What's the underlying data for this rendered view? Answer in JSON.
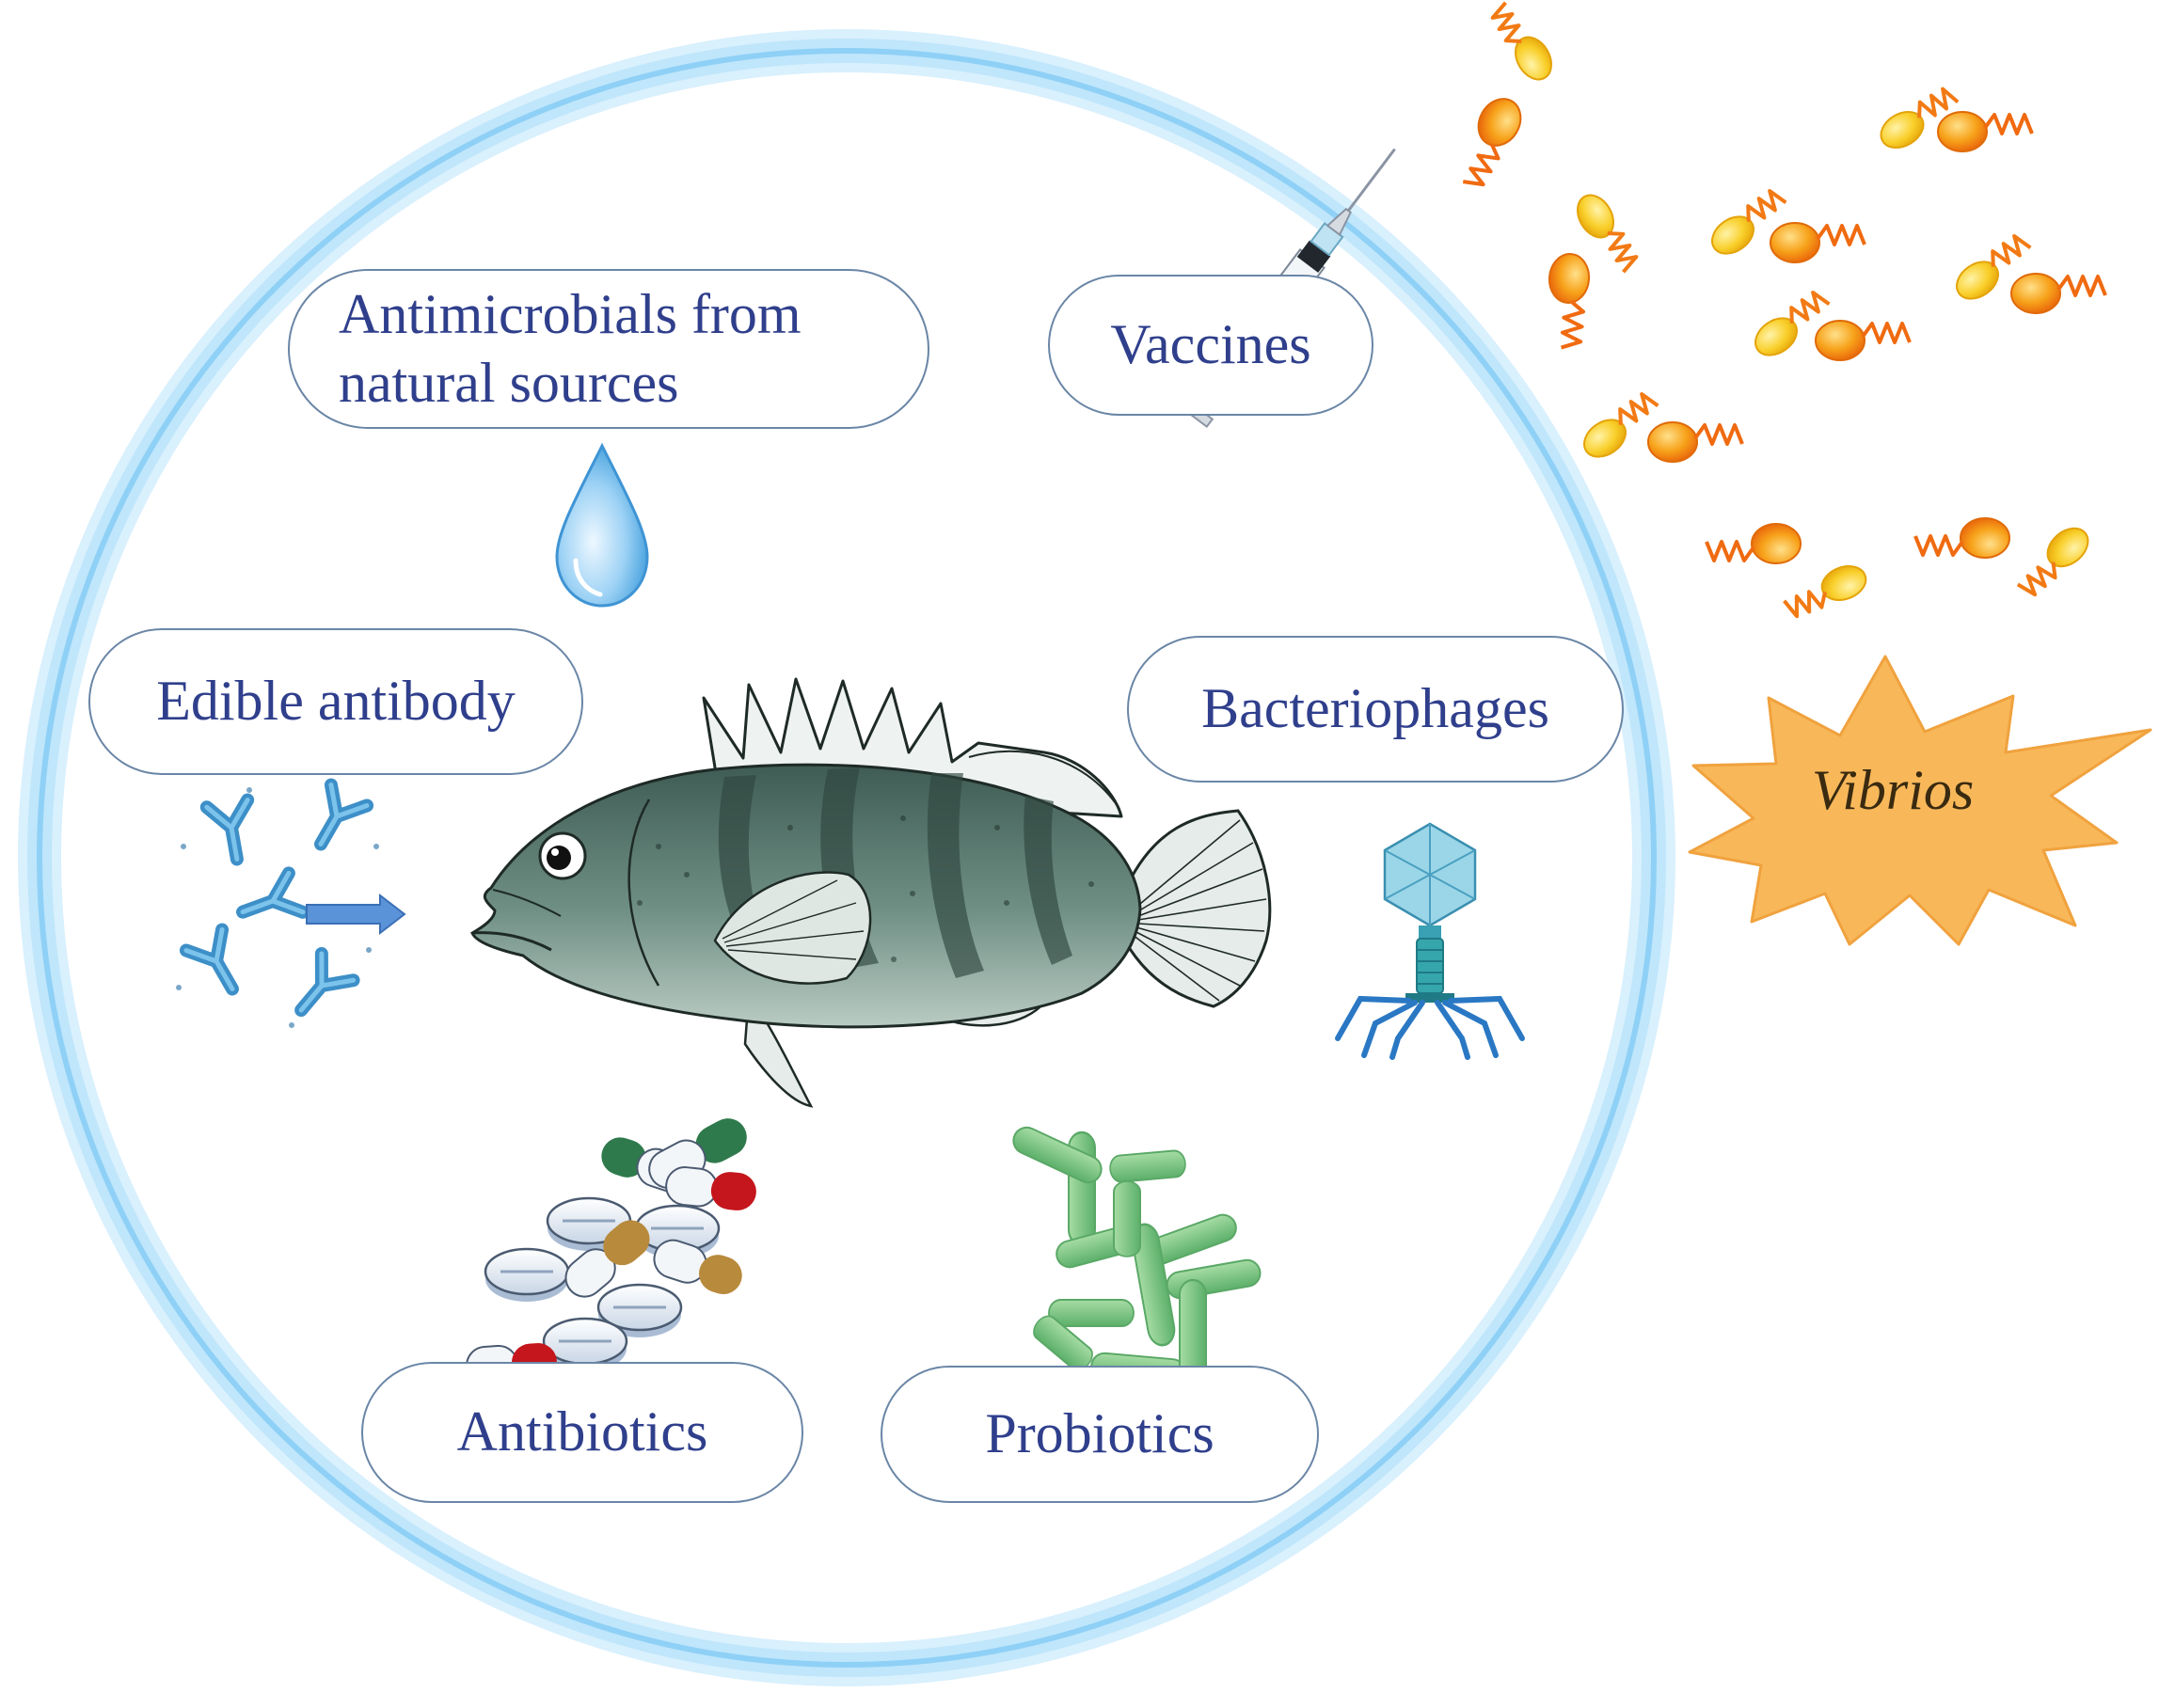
{
  "labels": {
    "antimicrobials_line1": "Antimicrobials from",
    "antimicrobials_line2": "natural sources",
    "vaccines": "Vaccines",
    "edible_antibody": "Edible antibody",
    "bacteriophages": "Bacteriophages",
    "antibiotics": "Antibiotics",
    "probiotics": "Probiotics",
    "vibrios": "Vibrios"
  },
  "icons": [
    "water-drop-icon",
    "syringe-icon",
    "antibody-icon",
    "arrow-right-icon",
    "fish-icon",
    "bacteriophage-icon",
    "pills-icon",
    "probiotic-bacteria-icon",
    "vibrio-bacteria-icon",
    "starburst-icon"
  ],
  "colors": {
    "circle_glow": "#bfe6fb",
    "circle_stroke": "#8fd0f6",
    "label_text": "#2f3f8c",
    "box_border": "#6a86a6",
    "fish_body": "#5d7a70",
    "vibrio_orange": "#f58a0a",
    "vibrio_yellow": "#f8c21a",
    "starburst_fill": "#f8b85a",
    "probiotic_green": "#7ec98a",
    "phage_teal": "#3aa0b4",
    "antibody_blue": "#4a9fd0"
  }
}
